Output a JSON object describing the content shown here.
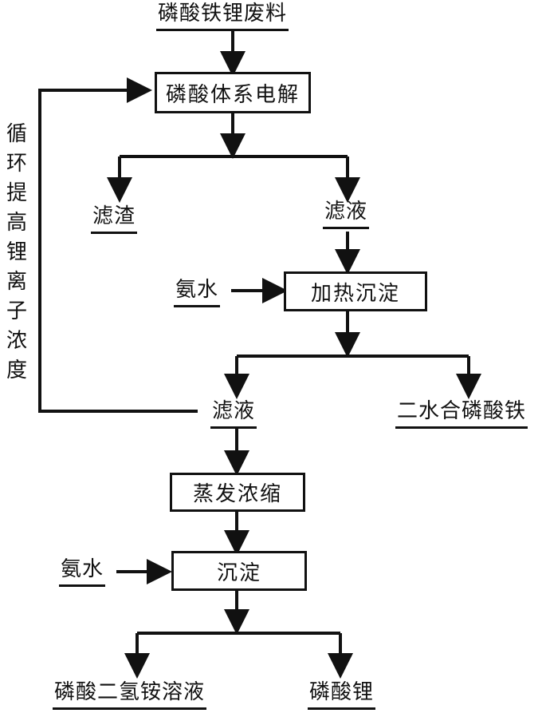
{
  "diagram": {
    "title_input": "磷酸铁锂废料",
    "steps": {
      "electrolysis": "磷酸体系电解",
      "heat_precipitation": "加热沉淀",
      "evaporation": "蒸发浓缩",
      "precipitation": "沉淀"
    },
    "products": {
      "residue": "滤渣",
      "filtrate_1": "滤液",
      "filtrate_2": "滤液",
      "iron_phosphate": "二水合磷酸铁",
      "ammonium_solution": "磷酸二氢铵溶液",
      "lithium_phosphate": "磷酸锂"
    },
    "reagents": {
      "ammonia_1": "氨水",
      "ammonia_2": "氨水"
    },
    "recycle_label": [
      "循",
      "环",
      "提",
      "高",
      "锂",
      "离",
      "子",
      "浓",
      "度"
    ],
    "line_color": "#111111"
  }
}
